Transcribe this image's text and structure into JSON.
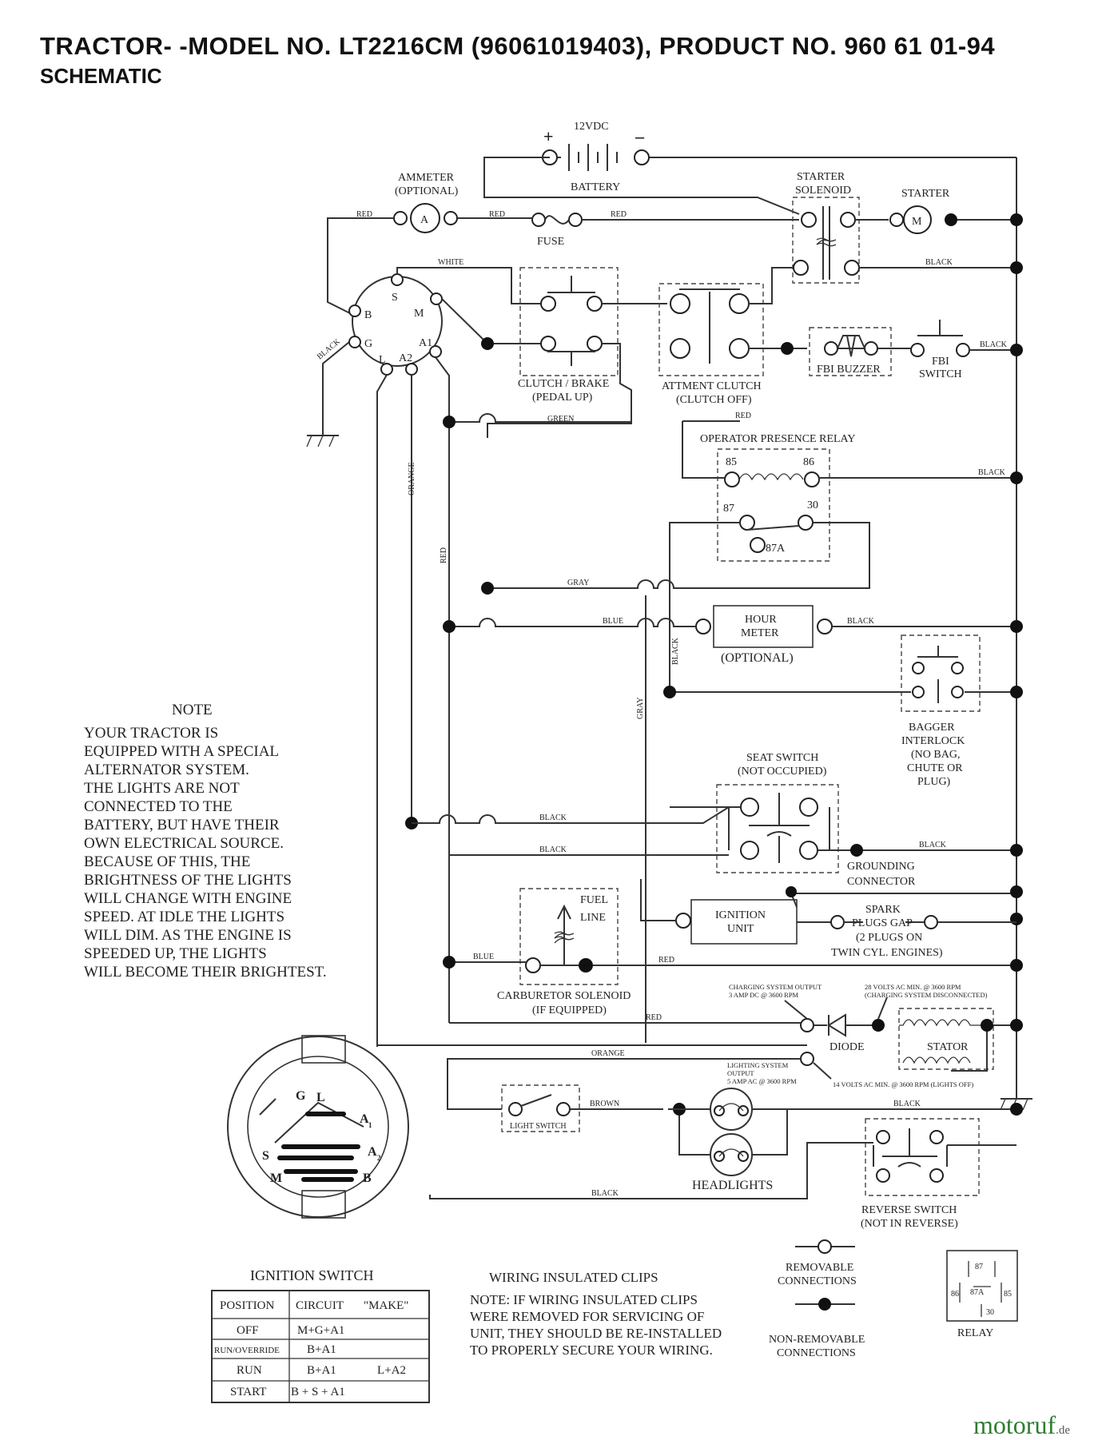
{
  "header": {
    "title": "TRACTOR- -MODEL NO. LT2216CM (96061019403), PRODUCT NO. 960 61 01-94",
    "subtitle": "SCHEMATIC"
  },
  "components": {
    "battery_voltage": "12VDC",
    "battery": "BATTERY",
    "battery_plus": "+",
    "battery_minus": "–",
    "ammeter": "AMMETER",
    "ammeter_optional": "(OPTIONAL)",
    "ammeter_letter": "A",
    "fuse": "FUSE",
    "starter_solenoid_1": "STARTER",
    "starter_solenoid_2": "SOLENOID",
    "starter": "STARTER",
    "starter_letter": "M",
    "clutch_brake_1": "CLUTCH / BRAKE",
    "clutch_brake_2": "(PEDAL UP)",
    "attment_clutch_1": "ATTMENT CLUTCH",
    "attment_clutch_2": "(CLUTCH OFF)",
    "fbi_buzzer": "FBI BUZZER",
    "fbi_switch_1": "FBI",
    "fbi_switch_2": "SWITCH",
    "relay_title": "OPERATOR PRESENCE RELAY",
    "relay_85": "85",
    "relay_86": "86",
    "relay_87": "87",
    "relay_30": "30",
    "relay_87a": "87A",
    "hour_meter_1": "HOUR",
    "hour_meter_2": "METER",
    "hour_meter_optional": "(OPTIONAL)",
    "bagger_1": "BAGGER",
    "bagger_2": "INTERLOCK",
    "bagger_3": "(NO BAG,",
    "bagger_4": "CHUTE OR",
    "bagger_5": "PLUG)",
    "seat_switch_1": "SEAT SWITCH",
    "seat_switch_2": "(NOT OCCUPIED)",
    "grounding_1": "GROUNDING",
    "grounding_2": "CONNECTOR",
    "fuel_line_1": "FUEL",
    "fuel_line_2": "LINE",
    "carb_1": "CARBURETOR SOLENOID",
    "carb_2": "(IF EQUIPPED)",
    "ignition_unit_1": "IGNITION",
    "ignition_unit_2": "UNIT",
    "spark_1": "SPARK",
    "spark_2": "PLUGS GAP",
    "spark_3": "(2 PLUGS ON",
    "spark_4": "TWIN CYL. ENGINES)",
    "charging_1": "CHARGING SYSTEM OUTPUT",
    "charging_2": "3 AMP DC @ 3600 RPM",
    "volts28_1": "28 VOLTS AC MIN. @ 3600 RPM",
    "volts28_2": "(CHARGING SYSTEM DISCONNECTED)",
    "diode": "DIODE",
    "stator": "STATOR",
    "lighting_1": "LIGHTING SYSTEM",
    "lighting_2": "OUTPUT",
    "lighting_3": "5 AMP AC @ 3600 RPM",
    "volts14": "14 VOLTS AC MIN. @ 3600 RPM (LIGHTS OFF)",
    "light_switch": "LIGHT SWITCH",
    "headlights": "HEADLIGHTS",
    "reverse_1": "REVERSE SWITCH",
    "reverse_2": "(NOT IN REVERSE)",
    "ign_S": "S",
    "ign_B": "B",
    "ign_M": "M",
    "ign_G": "G",
    "ign_L": "L",
    "ign_A1": "A1",
    "ign_A2": "A2"
  },
  "wire_labels": {
    "red": "RED",
    "white": "WHITE",
    "black": "BLACK",
    "green": "GREEN",
    "gray": "GRAY",
    "blue": "BLUE",
    "orange": "ORANGE",
    "brown": "BROWN"
  },
  "note": {
    "title": "NOTE",
    "lines": [
      "YOUR TRACTOR IS",
      "EQUIPPED WITH A SPECIAL",
      "ALTERNATOR SYSTEM.",
      "THE LIGHTS ARE NOT",
      "CONNECTED TO THE",
      "BATTERY, BUT HAVE THEIR",
      "OWN ELECTRICAL SOURCE.",
      "BECAUSE OF THIS, THE",
      "BRIGHTNESS OF THE LIGHTS",
      "WILL CHANGE WITH ENGINE",
      "SPEED.  AT IDLE THE LIGHTS",
      "WILL DIM.  AS THE ENGINE IS",
      "SPEEDED UP, THE LIGHTS",
      "WILL BECOME THEIR BRIGHTEST."
    ]
  },
  "ignition_switch": {
    "title": "IGNITION SWITCH",
    "face": {
      "G": "G",
      "L": "L",
      "A1": "A",
      "A1_sub": "1",
      "A2": "A",
      "A2_sub": "2",
      "S": "S",
      "M": "M",
      "B": "B"
    },
    "headers": [
      "POSITION",
      "CIRCUIT",
      "\"MAKE\""
    ],
    "rows": [
      [
        "OFF",
        "M+G+A1",
        ""
      ],
      [
        "RUN/OVERRIDE",
        "B+A1",
        ""
      ],
      [
        "RUN",
        "B+A1",
        "L+A2"
      ],
      [
        "START",
        "B + S + A1",
        ""
      ]
    ]
  },
  "clips": {
    "title": "WIRING INSULATED CLIPS",
    "lines": [
      "NOTE:  IF WIRING INSULATED CLIPS",
      "WERE REMOVED FOR SERVICING OF",
      " UNIT, THEY SHOULD BE RE-INSTALLED",
      "TO PROPERLY SECURE YOUR WIRING."
    ]
  },
  "legend": {
    "removable_1": "REMOVABLE",
    "removable_2": "CONNECTIONS",
    "nonremovable_1": "NON-REMOVABLE",
    "nonremovable_2": "CONNECTIONS",
    "relay": "RELAY",
    "relay_pins": {
      "p87": "87",
      "p87a": "87A",
      "p86": "86",
      "p85": "85",
      "p30": "30"
    }
  },
  "watermark": {
    "brand": "motoruf",
    "tld": ".de"
  }
}
